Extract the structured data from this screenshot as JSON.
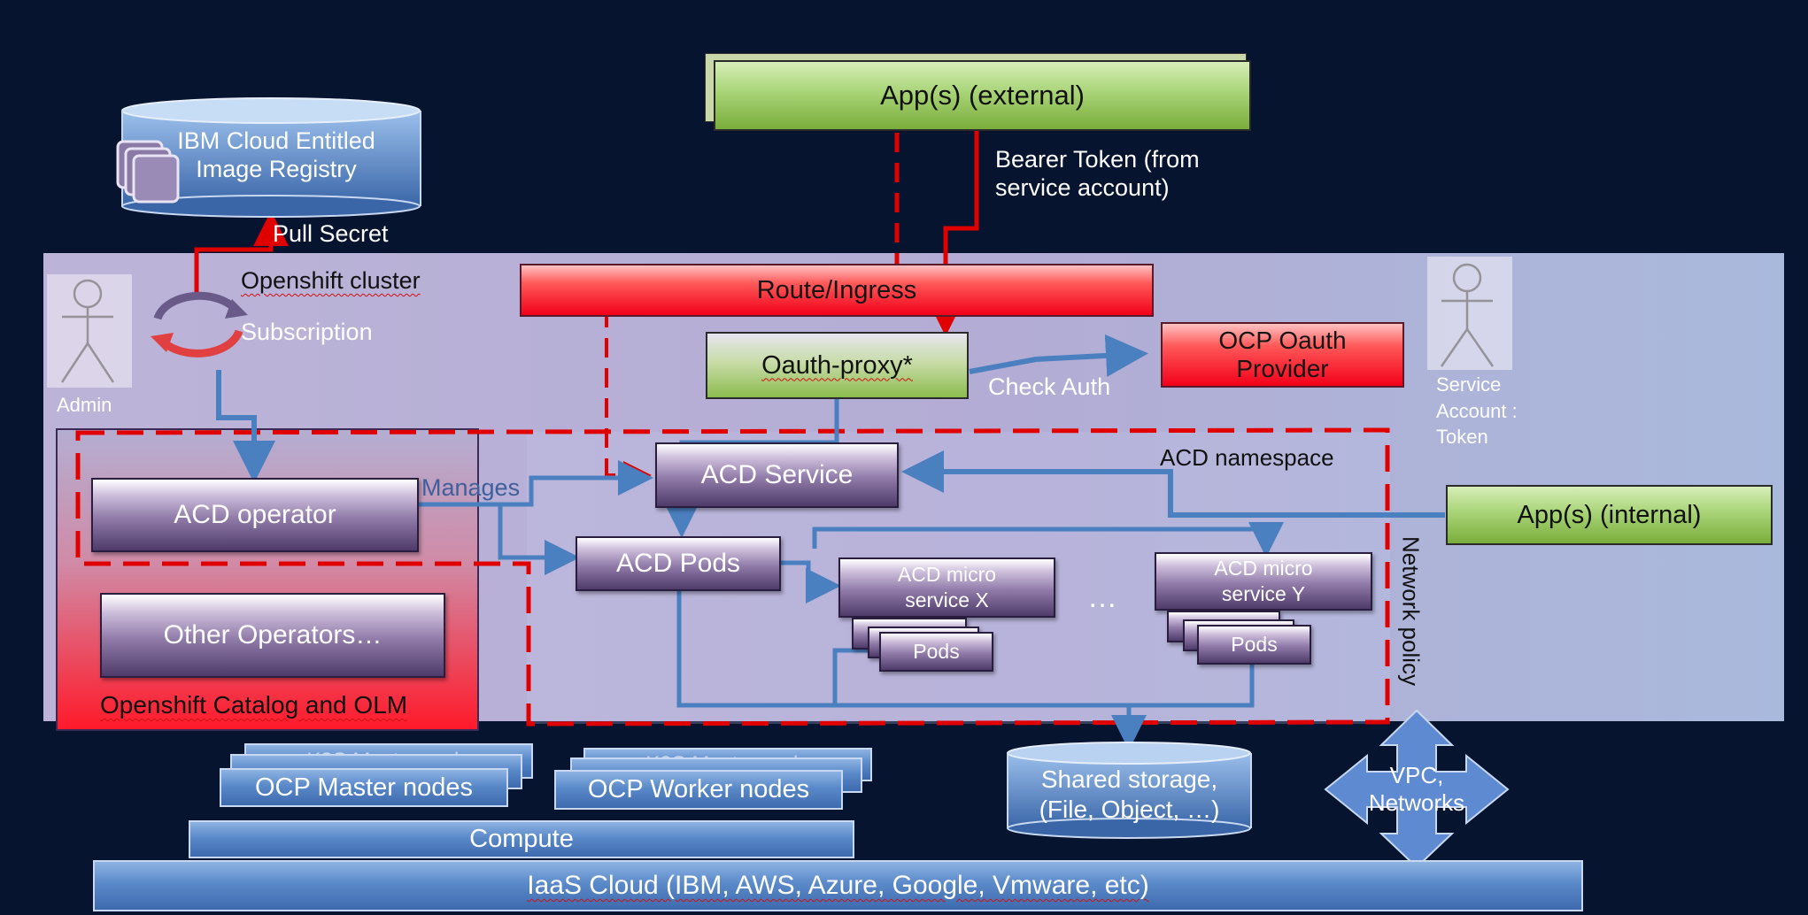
{
  "external_app": "App(s) (external)",
  "bearer_token": "Bearer Token (from\nservice account)",
  "registry": "IBM Cloud Entitled\nImage Registry",
  "pull_secret": "Pull Secret",
  "cluster_title": "Openshift cluster",
  "subscription": "Subscription",
  "admin": "Admin",
  "route_ingress": "Route/Ingress",
  "oauth_proxy": "Oauth-proxy*",
  "check_auth": "Check Auth",
  "ocp_oauth": "OCP Oauth\nProvider",
  "service_account": "Service\nAccount :\nToken",
  "acd_namespace": "ACD namespace",
  "acd_service": "ACD Service",
  "acd_operator": "ACD operator",
  "manages": "Manages",
  "acd_pods": "ACD Pods",
  "micro_x": "ACD  micro\nservice X",
  "micro_y": "ACD  micro\nservice Y",
  "ellipsis": "…",
  "pods": "Pods",
  "internal_app": "App(s) (internal)",
  "network_policy": "Network policy",
  "other_operators": "Other Operators…",
  "catalog_olm": "Openshift Catalog and OLM",
  "master_nodes_back": "K8S Master node",
  "master_nodes": "OCP Master nodes",
  "worker_nodes_back": "K8S Master node",
  "worker_nodes": "OCP Worker nodes",
  "compute": "Compute",
  "shared_storage": "Shared storage,\n(File, Object, …)",
  "vpc": "VPC,\nNetworks",
  "iaas": "IaaS Cloud (IBM, AWS, Azure, Google, Vmware, etc)",
  "colors": {
    "background": "#071430",
    "cluster_panel": "#b3aed4",
    "red_accent": "#e00000",
    "green_box": "#a9d477",
    "blue_box": "#5a89c9",
    "connector_blue": "#4a7fc0"
  },
  "icons": [
    "cylinder-icon",
    "stacked-images-icon",
    "sync-arrows-icon",
    "stick-figure-icon",
    "four-way-arrow-icon"
  ]
}
